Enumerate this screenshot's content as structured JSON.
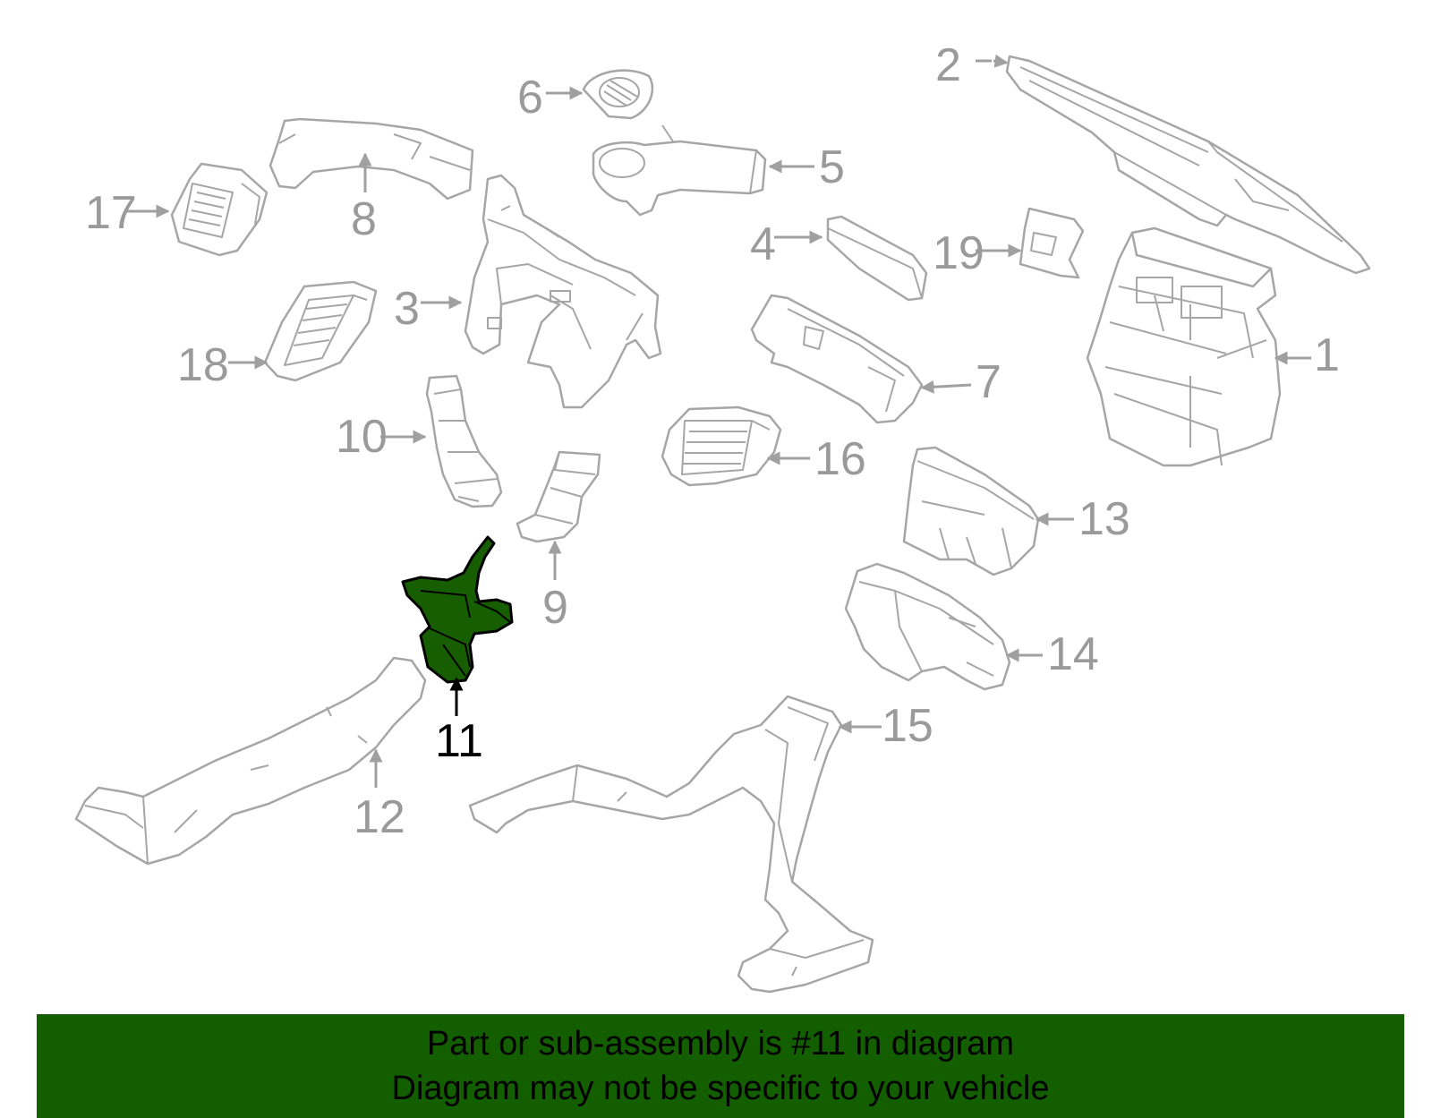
{
  "banner": {
    "line1": "Part or sub-assembly is #11 in diagram",
    "line2": "Diagram may not be specific to your vehicle",
    "background": "#135f00"
  },
  "highlight": {
    "part": "11",
    "fill_color": "#175e00",
    "label_color": "#000000"
  },
  "callouts": {
    "c1": "1",
    "c2": "2",
    "c3": "3",
    "c4": "4",
    "c5": "5",
    "c6": "6",
    "c7": "7",
    "c8": "8",
    "c9": "9",
    "c10": "10",
    "c11": "11",
    "c12": "12",
    "c13": "13",
    "c14": "14",
    "c15": "15",
    "c16": "16",
    "c17": "17",
    "c18": "18",
    "c19": "19"
  }
}
